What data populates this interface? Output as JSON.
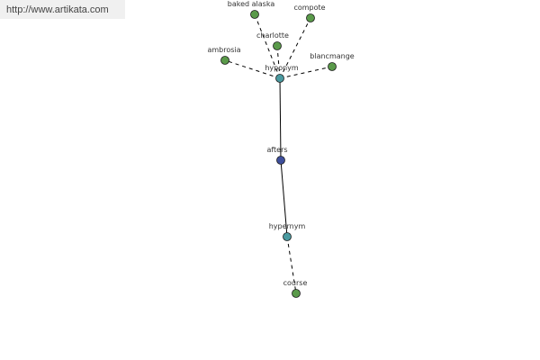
{
  "banner": {
    "text": "http://www.artikata.com"
  },
  "colors": {
    "leaf_node": "#5a9a4a",
    "relation_node": "#4a9aa0",
    "center_node": "#3e4f9c",
    "edge": "#000000"
  },
  "nodes": [
    {
      "id": "baked-alaska",
      "label": "baked alaska",
      "kind": "leaf"
    },
    {
      "id": "compote",
      "label": "compote",
      "kind": "leaf"
    },
    {
      "id": "charlotte",
      "label": "charlotte",
      "kind": "leaf"
    },
    {
      "id": "ambrosia",
      "label": "ambrosia",
      "kind": "leaf"
    },
    {
      "id": "blancmange",
      "label": "blancmange",
      "kind": "leaf"
    },
    {
      "id": "hyponym",
      "label": "hyponym",
      "kind": "relation"
    },
    {
      "id": "afters",
      "label": "afters",
      "kind": "center"
    },
    {
      "id": "hypernym",
      "label": "hypernym",
      "kind": "relation"
    },
    {
      "id": "course",
      "label": "course",
      "kind": "leaf"
    }
  ],
  "edges": [
    {
      "from": "hyponym",
      "to": "baked-alaska",
      "style": "dashed"
    },
    {
      "from": "hyponym",
      "to": "compote",
      "style": "dashed"
    },
    {
      "from": "hyponym",
      "to": "charlotte",
      "style": "dashed"
    },
    {
      "from": "hyponym",
      "to": "ambrosia",
      "style": "dashed"
    },
    {
      "from": "hyponym",
      "to": "blancmange",
      "style": "dashed"
    },
    {
      "from": "afters",
      "to": "hyponym",
      "style": "solid"
    },
    {
      "from": "afters",
      "to": "hypernym",
      "style": "solid"
    },
    {
      "from": "hypernym",
      "to": "course",
      "style": "dashed"
    }
  ]
}
